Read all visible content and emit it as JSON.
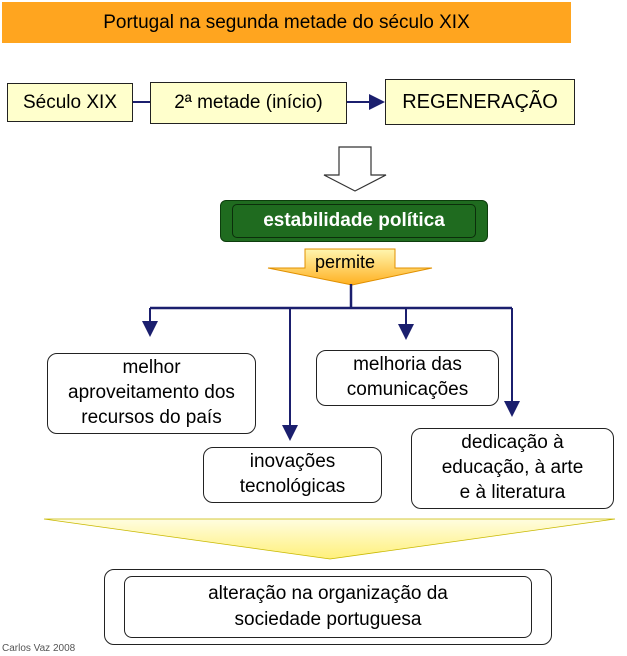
{
  "title": "Portugal na segunda metade do século XIX",
  "timeline": {
    "century": "Século XIX",
    "half": "2ª metade (início)",
    "period": "REGENERAÇÃO"
  },
  "cause": "estabilidade política",
  "connector": "permite",
  "effects": {
    "resources": [
      "melhor",
      "aproveitamento dos",
      "recursos do país"
    ],
    "communications": [
      "melhoria das",
      "comunicações"
    ],
    "technology": [
      "inovações",
      "tecnológicas"
    ],
    "education": [
      "dedicação à",
      "educação, à arte",
      "e à literatura"
    ]
  },
  "result": [
    "alteração na organização da",
    "sociedade portuguesa"
  ],
  "credit": "Carlos Vaz 2008",
  "colors": {
    "title_bg": "#FFA51F",
    "box_bg": "#FFFFCC",
    "cause_bg": "#1F6B1F",
    "arrow_navy": "#1B1F6E",
    "funnel": "#FFF5A0"
  }
}
